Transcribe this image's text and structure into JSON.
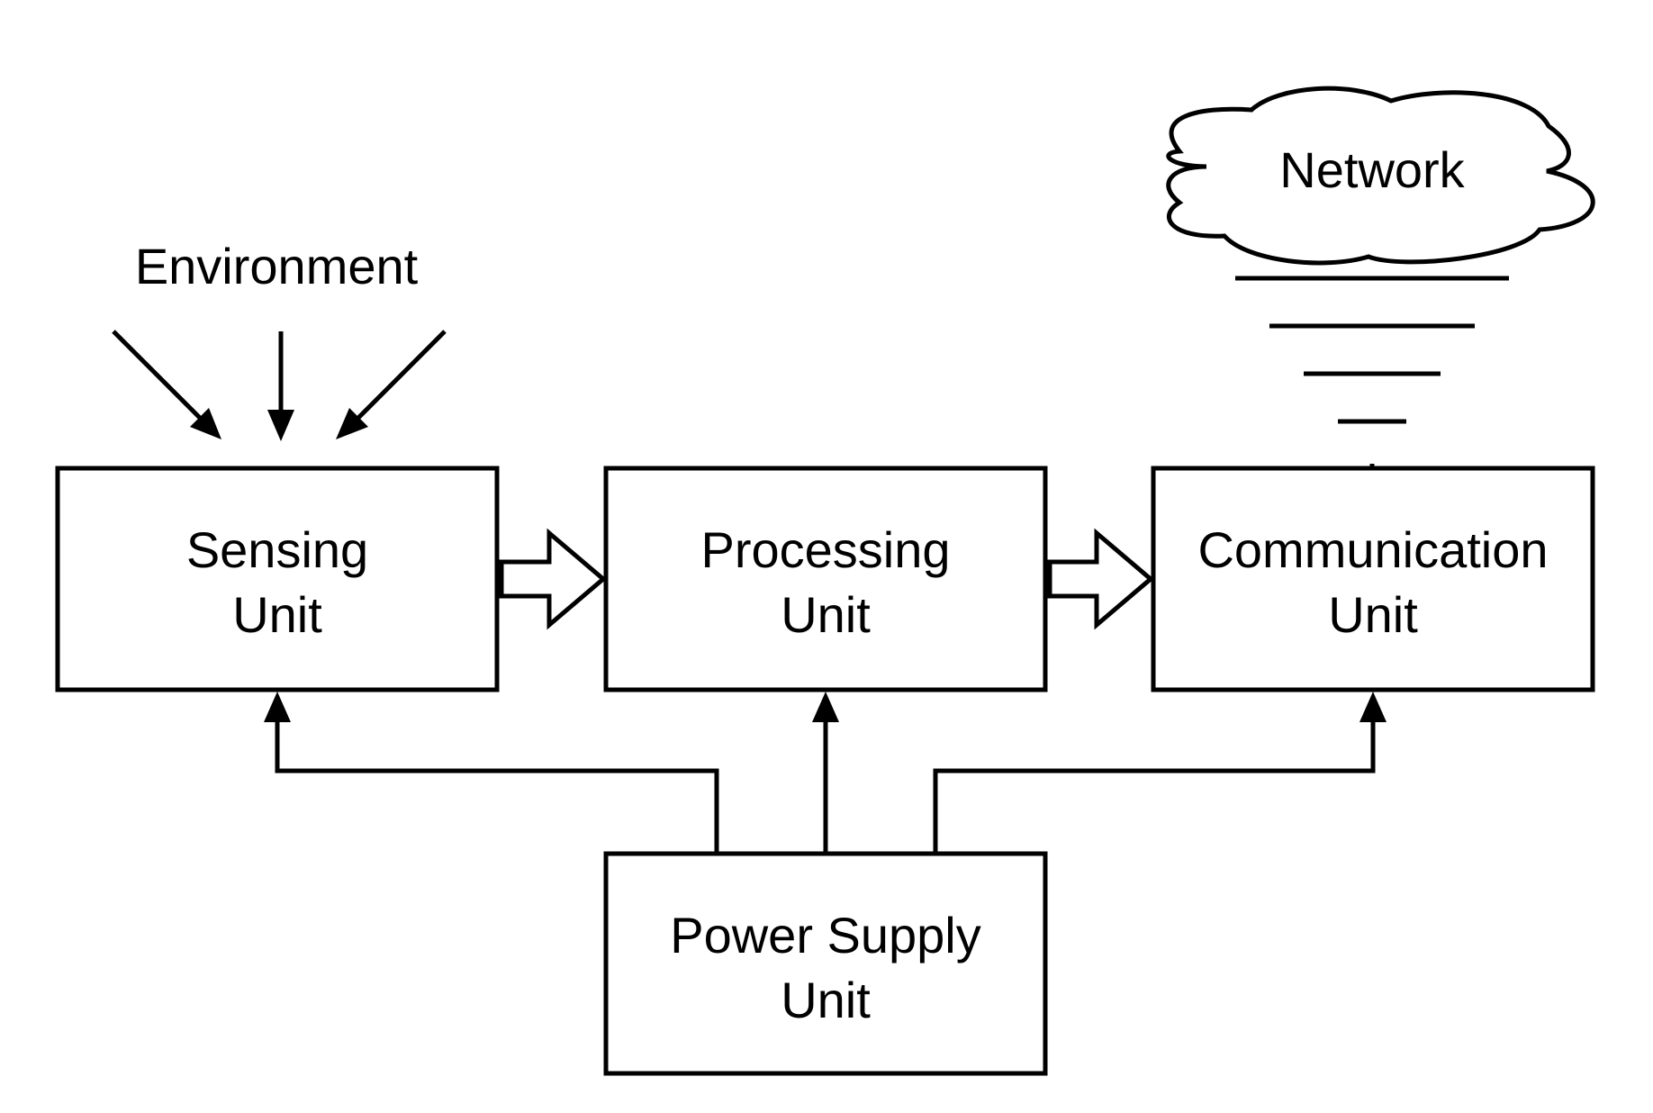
{
  "diagram": {
    "environment": "Environment",
    "network": "Network",
    "sensing": {
      "line1": "Sensing",
      "line2": "Unit"
    },
    "processing": {
      "line1": "Processing",
      "line2": "Unit"
    },
    "communication": {
      "line1": "Communication",
      "line2": "Unit"
    },
    "power": {
      "line1": "Power Supply",
      "line2": "Unit"
    }
  },
  "colors": {
    "stroke": "#000000",
    "background": "#ffffff"
  }
}
